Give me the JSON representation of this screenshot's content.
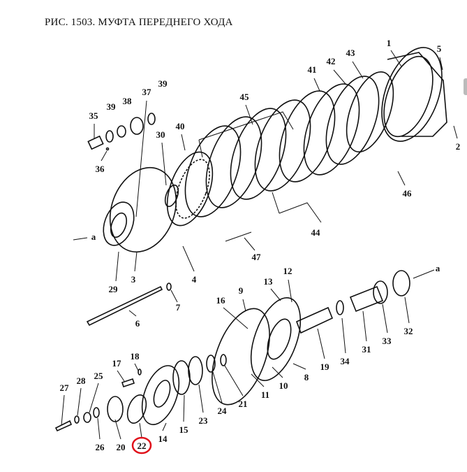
{
  "title": "РИС. 1503. МУФТА ПЕРЕДНЕГО ХОДА",
  "highlight_color": "#e0101a",
  "highlighted_part": "22",
  "labels": {
    "p1": "1",
    "p2": "2",
    "p3": "3",
    "p4": "4",
    "p5": "5",
    "p6": "6",
    "p7": "7",
    "p8": "8",
    "p9": "9",
    "p10": "10",
    "p11": "11",
    "p12": "12",
    "p13": "13",
    "p14": "14",
    "p15": "15",
    "p16a": "46",
    "p16": "16",
    "p17": "17",
    "p18": "18",
    "p19": "19",
    "p20": "20",
    "p21": "21",
    "p22": "22",
    "p23": "23",
    "p24": "24",
    "p25": "25",
    "p26": "26",
    "p27": "27",
    "p28": "28",
    "p29": "29",
    "p30": "30",
    "p31": "31",
    "p32": "32",
    "p33": "33",
    "p34": "34",
    "p35": "35",
    "p36": "36",
    "p37": "37",
    "p38": "38",
    "p39a": "39",
    "p39b": "39",
    "p40": "40",
    "p41": "41",
    "p42": "42",
    "p43": "43",
    "p44": "44",
    "p45": "45",
    "p47": "47",
    "a1": "a",
    "a2": "a"
  }
}
